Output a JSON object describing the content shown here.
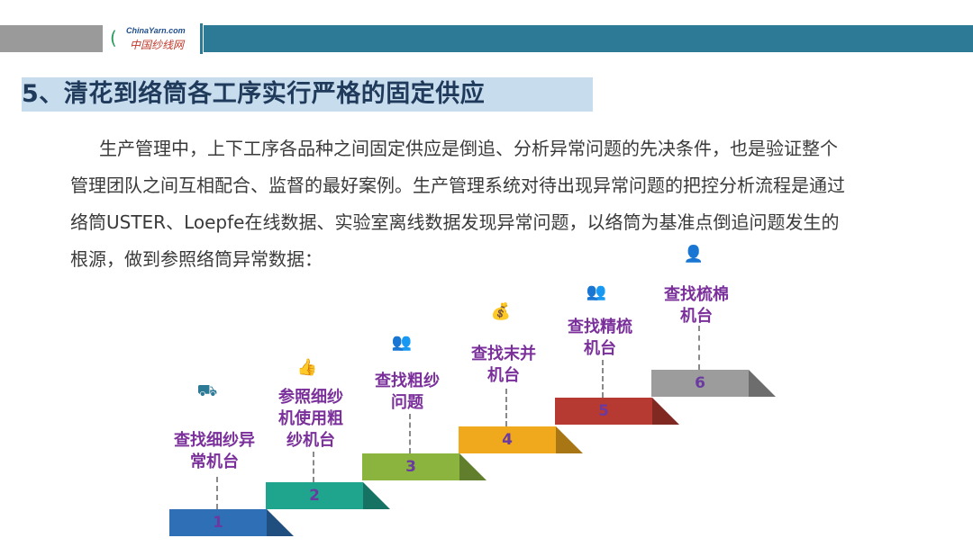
{
  "header": {
    "logo_en": "ChinaYarn.com",
    "logo_cn": "中国纱线网",
    "bar_colors": {
      "gray": "#9a9a9a",
      "teal": "#2c7a96"
    }
  },
  "title": "5、清花到络筒各工序实行严格的固定供应",
  "paragraph": "生产管理中，上下工序各品种之间固定供应是倒追、分析异常问题的先决条件，也是验证整个管理团队之间互相配合、监督的最好案例。生产管理系统对待出现异常问题的把控分析流程是通过络筒USTER、Loepfe在线数据、实验室离线数据发现异常问题，以络筒为基准点倒追问题发生的根源，做到参照络筒异常数据：",
  "steps": [
    {
      "number": "1",
      "label": "查找细纱异常机台",
      "color": "#2e6fb5",
      "icon": "people-carry-icon"
    },
    {
      "number": "2",
      "label": "参照细纱机使用粗纱机台",
      "color": "#1fa58e",
      "icon": "thumbs-up-icon"
    },
    {
      "number": "3",
      "label": "查找粗纱问题",
      "color": "#8bb43f",
      "icon": "team-icon"
    },
    {
      "number": "4",
      "label": "查找末并机台",
      "color": "#f0a81c",
      "icon": "money-hand-icon"
    },
    {
      "number": "5",
      "label": "查找精梳机台",
      "color": "#b73a32",
      "icon": "group-icon"
    },
    {
      "number": "6",
      "label": "查找梳棉机台",
      "color": "#9c9c9c",
      "icon": "person-desk-icon"
    }
  ]
}
